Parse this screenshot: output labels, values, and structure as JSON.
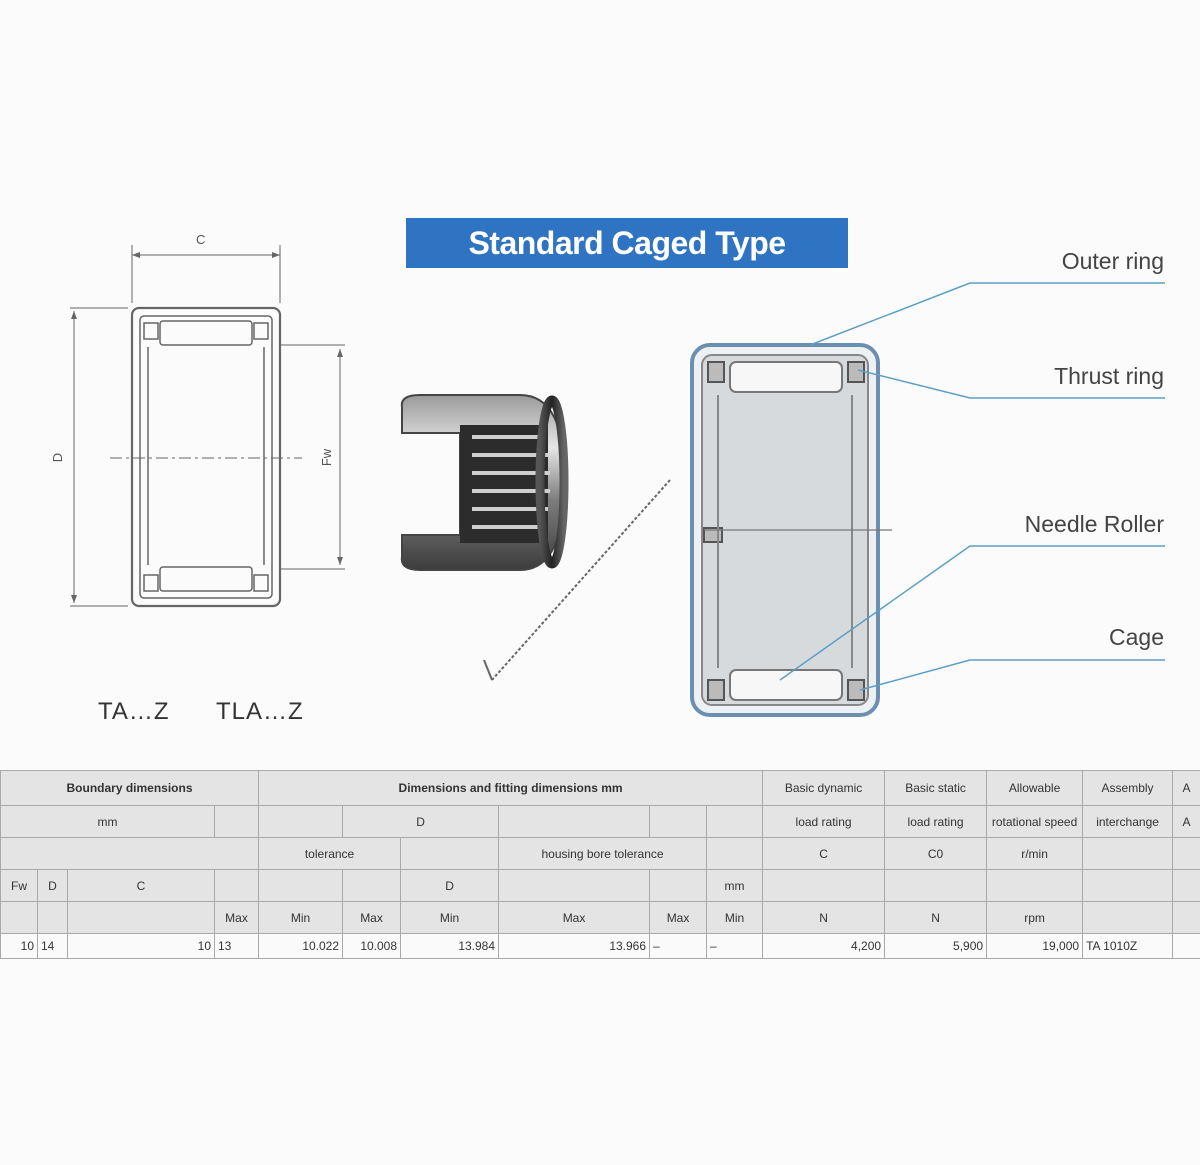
{
  "diagram": {
    "title": "Standard Caged Type",
    "callouts": [
      "Outer ring",
      "Thrust ring",
      "Needle Roller",
      "Cage"
    ],
    "dimension_letters": {
      "width": "C",
      "outer": "D",
      "inner": "Fw"
    },
    "model_labels": [
      "TA…Z",
      "TLA…Z"
    ]
  },
  "colors": {
    "banner": "#2f74c2",
    "leader": "#5b9fc4",
    "drawing": "#555555"
  },
  "table": {
    "header_row1": {
      "boundary_dimensions": "Boundary dimensions",
      "mounting_dimensions": "Dimensions and fitting dimensions mm",
      "c1": "Basic dynamic",
      "c2": "Basic static",
      "c3": "Allowable",
      "c4": "Assembly",
      "c5": "A"
    },
    "header_row2": {
      "mm": "mm",
      "d": "D",
      "c1": "load rating",
      "c2": "load rating",
      "c3": "rotational speed",
      "c4": "interchange",
      "c5": "A"
    },
    "header_row3": {
      "min_tol": "tolerance",
      "shaft_tol": "housing bore tolerance",
      "c1": "C",
      "c2": "C0",
      "c3": "r/min"
    },
    "header_row4": {
      "fw": "Fw",
      "d": "D",
      "c": "C",
      "d2": "D",
      "mm": "mm"
    },
    "header_row5": {
      "max1": "Max",
      "min1": "Min",
      "max2": "Max",
      "min2": "Min",
      "max3": "Max",
      "max4": "Max",
      "min3": "Min",
      "n": "N",
      "kn": "N",
      "rpm": "rpm"
    },
    "data_row": [
      "10",
      "14",
      "10",
      "13",
      "10.022",
      "10.008",
      "13.984",
      "13.966",
      "–",
      "–",
      "4,200",
      "5,900",
      "19,000",
      "TA 1010Z"
    ]
  }
}
